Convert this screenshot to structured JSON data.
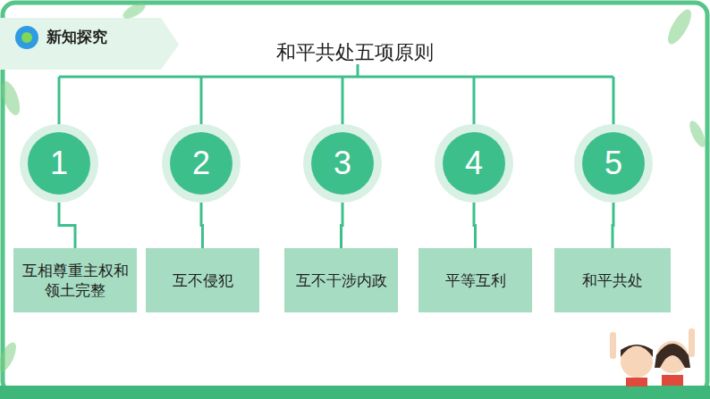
{
  "diagram": {
    "title": "和平共处五项原则",
    "nodes": [
      {
        "text": [
          "1"
        ]
      },
      {
        "text": [
          "2"
        ]
      },
      {
        "text": [
          "3"
        ]
      },
      {
        "text": [
          "4"
        ]
      },
      {
        "text": [
          "5"
        ]
      },
      {
        "text": [
          "互相尊重主权和领土完整"
        ]
      },
      {
        "text": [
          "互不侵犯"
        ]
      },
      {
        "text": [
          "互不干涉内政"
        ]
      },
      {
        "text": [
          "平等互利"
        ]
      },
      {
        "text": [
          "和平共处"
        ]
      }
    ],
    "edges": [
      {
        "from": 0,
        "to": 5,
        "arrow": "none"
      },
      {
        "from": 1,
        "to": 6,
        "arrow": "none"
      },
      {
        "from": 2,
        "to": 7,
        "arrow": "none"
      },
      {
        "from": 3,
        "to": 8,
        "arrow": "none"
      },
      {
        "from": 4,
        "to": 9,
        "arrow": "none"
      }
    ],
    "labels": [
      "新知探究"
    ]
  }
}
